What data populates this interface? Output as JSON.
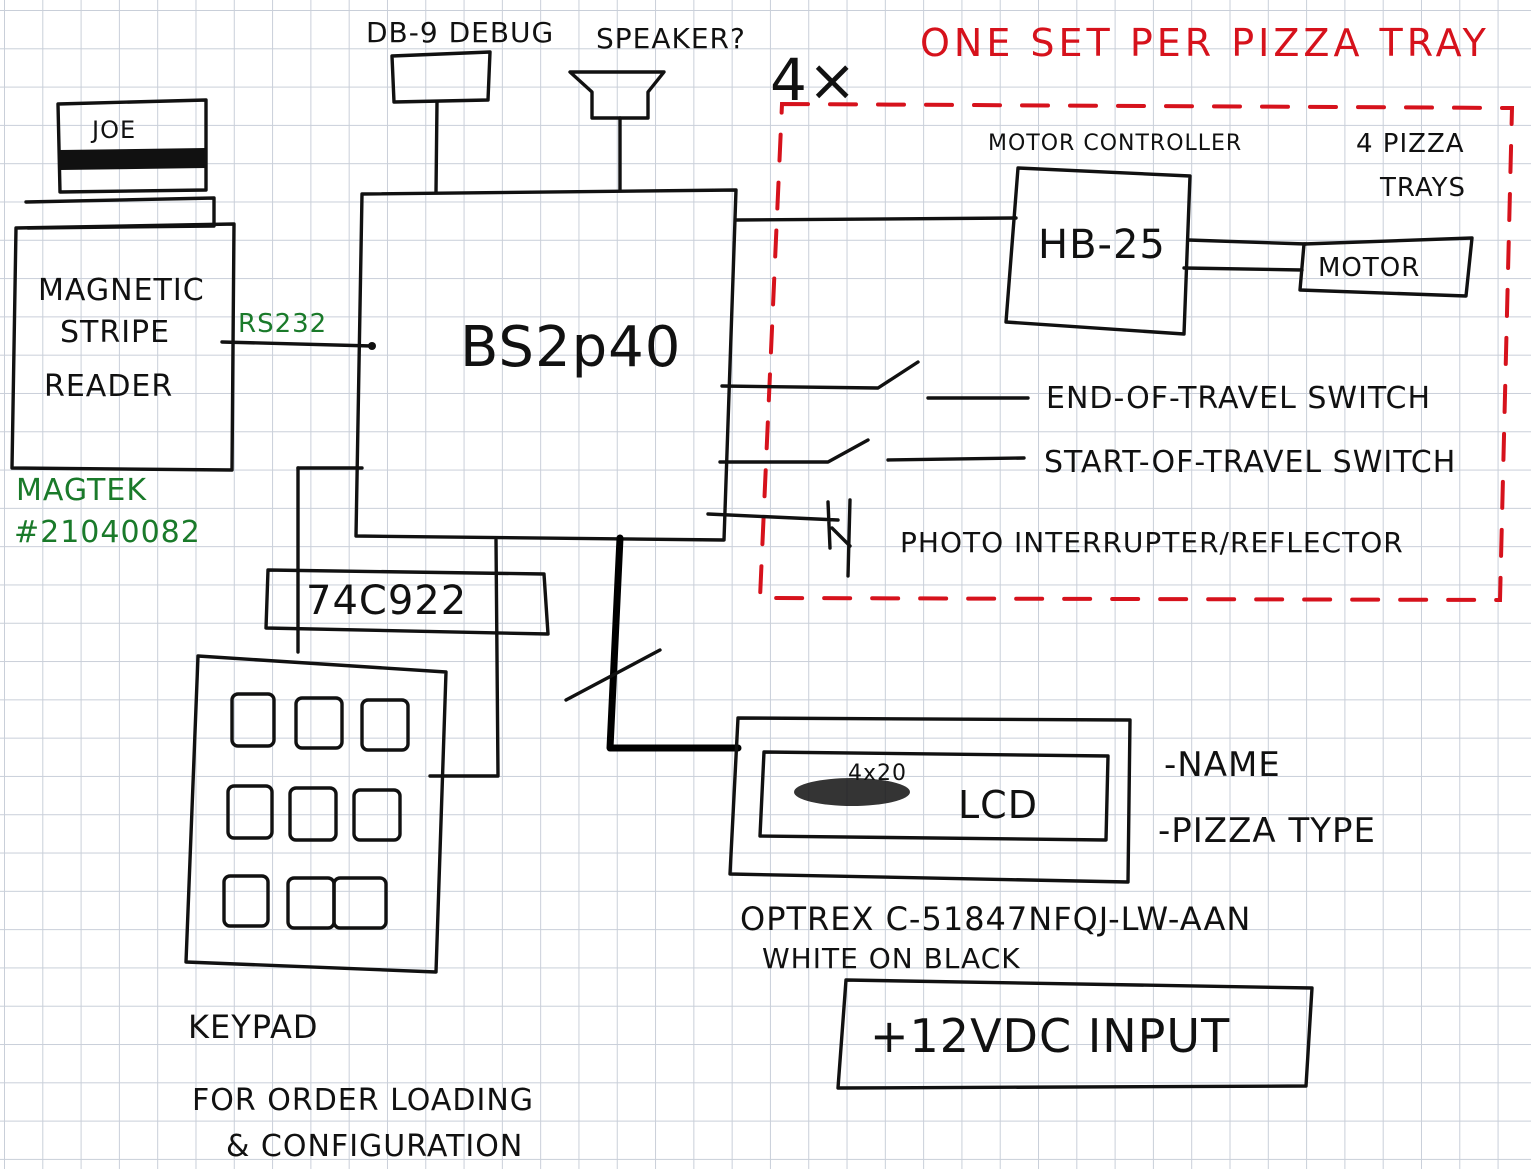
{
  "top_labels": {
    "db9": "DB-9 DEBUG",
    "speaker": "SPEAKER?",
    "multiplier": "4×",
    "red_group": "ONE SET PER PIZZA TRAY"
  },
  "card": {
    "name": "JOE"
  },
  "reader": {
    "line1": "MAGNETIC",
    "line2": "STRIPE",
    "line3": "READER",
    "bus": "RS232",
    "vendor": "MAGTEK",
    "part": "#21040082"
  },
  "mcu": {
    "label": "BS2p40"
  },
  "tray": {
    "motor_controller_caption": "MOTOR CONTROLLER",
    "motor_controller": "HB-25",
    "trays_line1": "4 PIZZA",
    "trays_line2": "TRAYS",
    "motor": "MOTOR",
    "end_switch": "END-OF-TRAVEL SWITCH",
    "start_switch": "START-OF-TRAVEL SWITCH",
    "photo": "PHOTO INTERRUPTER/REFLECTOR"
  },
  "encoder": {
    "label": "74C922"
  },
  "keypad": {
    "label": "KEYPAD",
    "desc_line1": "FOR ORDER LOADING",
    "desc_line2": "& CONFIGURATION"
  },
  "lcd": {
    "size": "4x20",
    "label": "LCD",
    "field1": "-NAME",
    "field2": "-PIZZA TYPE",
    "model": "OPTREX C-51847NFQJ-LW-AAN",
    "color": "WHITE ON BLACK"
  },
  "power": {
    "label": "+12VDC INPUT"
  }
}
